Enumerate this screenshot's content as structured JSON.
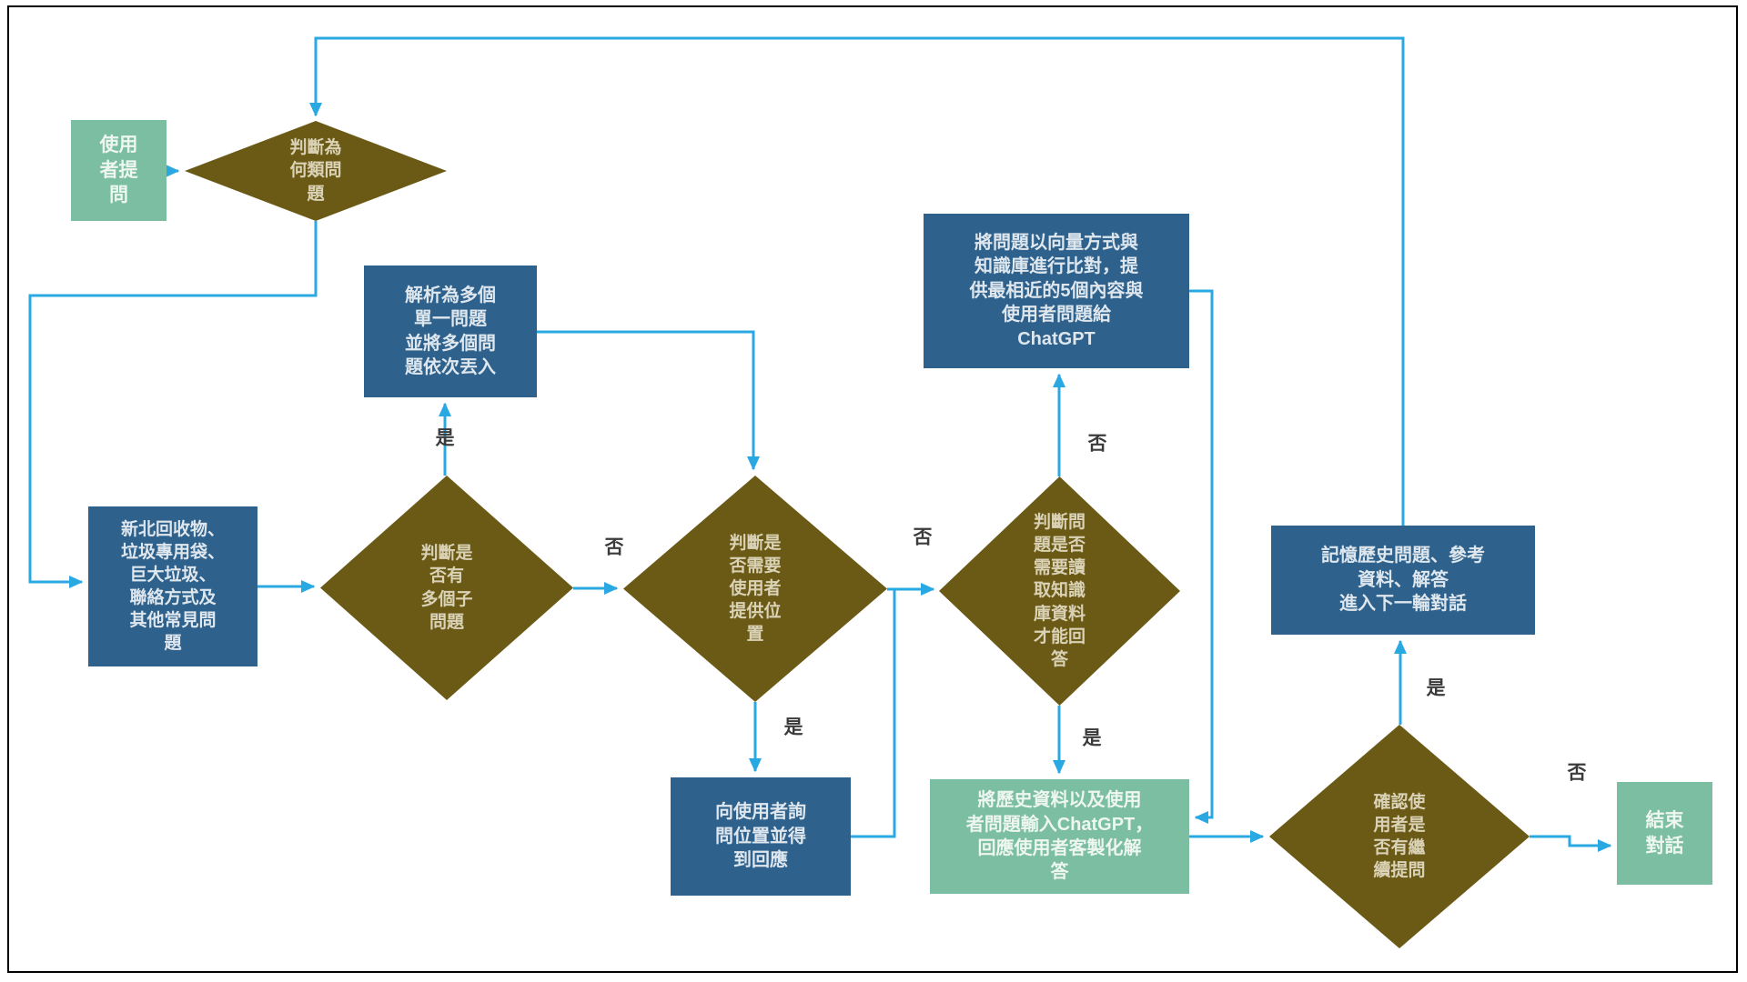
{
  "diagram": {
    "type": "flowchart",
    "language": "zh-Hant",
    "colors": {
      "process_box": "#2E618C",
      "start_end_box": "#7CBEA1",
      "decision_diamond": "#6B5A16",
      "connector": "#29A8E2",
      "edge_label_text": "#3b3b3b",
      "border": "#000000"
    },
    "nodes": {
      "start": {
        "shape": "rect-green",
        "text": "使用\n者提\n問"
      },
      "d_question_type": {
        "shape": "diamond",
        "text": "判斷為\n何類問\n題"
      },
      "parse_multi": {
        "shape": "rect-blue",
        "text": "解析為多個\n單一問題\n並將多個問\n題依次丟入"
      },
      "faq_category": {
        "shape": "rect-blue",
        "text": "新北回收物、\n垃圾專用袋、\n巨大垃圾、\n聯絡方式及\n其他常見問\n題"
      },
      "d_multi_sub": {
        "shape": "diamond",
        "text": "判斷是\n否有\n多個子\n問題"
      },
      "d_need_location": {
        "shape": "diamond",
        "text": "判斷是\n否需要\n使用者\n提供位\n置"
      },
      "ask_location": {
        "shape": "rect-blue",
        "text": "向使用者詢\n問位置並得\n到回應"
      },
      "d_need_knowledge": {
        "shape": "diamond",
        "text": "判斷問\n題是否\n需要讀\n取知識\n庫資料\n才能回\n答"
      },
      "vector_match": {
        "shape": "rect-blue",
        "text": "將問題以向量方式與\n知識庫進行比對，提\n供最相近的5個內容與\n使用者問題給\nChatGPT"
      },
      "chatgpt_answer": {
        "shape": "rect-green",
        "text": "將歷史資料以及使用\n者問題輸入ChatGPT，\n回應使用者客製化解\n答"
      },
      "memory_history": {
        "shape": "rect-blue",
        "text": "記憶歷史問題、參考\n資料、解答\n進入下一輪對話"
      },
      "d_continue_ask": {
        "shape": "diamond",
        "text": "確認使\n用者是\n否有繼\n續提問"
      },
      "end": {
        "shape": "rect-green",
        "text": "結束\n對話"
      }
    },
    "edge_labels": {
      "multi_sub_yes": "是",
      "multi_sub_no": "否",
      "need_location_yes": "是",
      "need_location_no": "否",
      "need_knowledge_no": "否",
      "need_knowledge_yes": "是",
      "continue_ask_yes": "是",
      "continue_ask_no": "否"
    }
  }
}
